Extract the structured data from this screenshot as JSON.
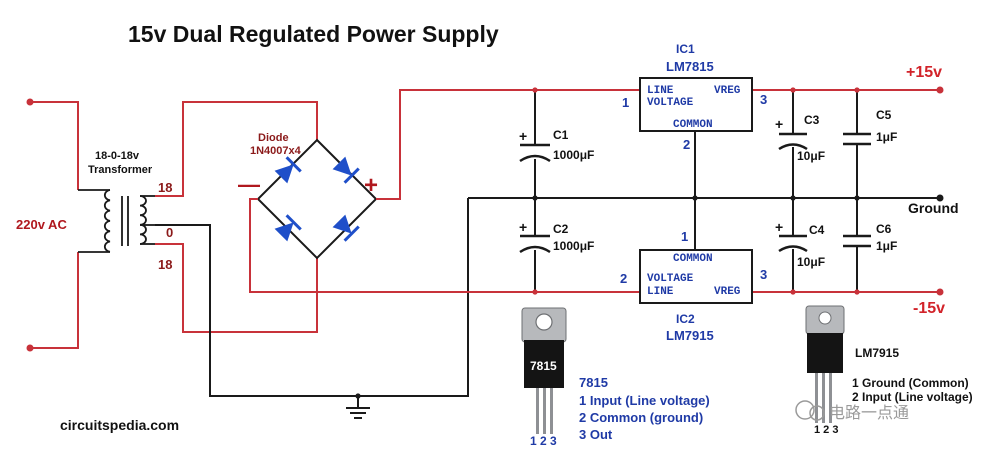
{
  "title": "15v Dual Regulated Power Supply",
  "transformer": {
    "name": "Transformer",
    "rating": "18-0-18v",
    "tap_top": "18",
    "tap_center": "0",
    "tap_bottom": "18"
  },
  "input": {
    "label": "220v AC"
  },
  "bridge": {
    "name": "Diode",
    "part": "1N4007x4",
    "minus": "—",
    "plus": "+"
  },
  "ic1": {
    "ref": "IC1",
    "part": "LM7815",
    "pin_line": "LINE",
    "pin_voltage": "VOLTAGE",
    "pin_vreg": "VREG",
    "pin_common": "COMMON",
    "n_in": "1",
    "n_com": "2",
    "n_out": "3"
  },
  "ic2": {
    "ref": "IC2",
    "part": "LM7915",
    "pin_line": "LINE",
    "pin_voltage": "VOLTAGE",
    "pin_vreg": "VREG",
    "pin_common": "COMMON",
    "n_com": "1",
    "n_in": "2",
    "n_out": "3"
  },
  "caps": {
    "c1": {
      "ref": "C1",
      "value": "1000μF",
      "pol": "+"
    },
    "c2": {
      "ref": "C2",
      "value": "1000μF",
      "pol": "+"
    },
    "c3": {
      "ref": "C3",
      "value": "10μF",
      "pol": "+"
    },
    "c4": {
      "ref": "C4",
      "value": "10μF",
      "pol": "+"
    },
    "c5": {
      "ref": "C5",
      "value": "1μF"
    },
    "c6": {
      "ref": "C6",
      "value": "1μF"
    }
  },
  "outputs": {
    "positive": "+15v",
    "ground": "Ground",
    "negative": "-15v"
  },
  "pkg7815": {
    "marking": "7815",
    "title": "7815",
    "pins": [
      "1 Input (Line voltage)",
      "2 Common (ground)",
      "3 Out"
    ],
    "pin_numbers": "1 2 3"
  },
  "pkg7915": {
    "title": "LM7915",
    "pins": [
      "1 Ground (Common)",
      "2 Input (Line voltage)"
    ],
    "pin_numbers": "1 2 3"
  },
  "site": "circuitspedia.com",
  "watermark": "电路一点通",
  "colors": {
    "wire_red": "#c8323a",
    "wire_black": "#1a1a1a",
    "ic_blue": "#1f3aa6",
    "diode_blue": "#1f4fc9",
    "output_red": "#d2232a"
  }
}
